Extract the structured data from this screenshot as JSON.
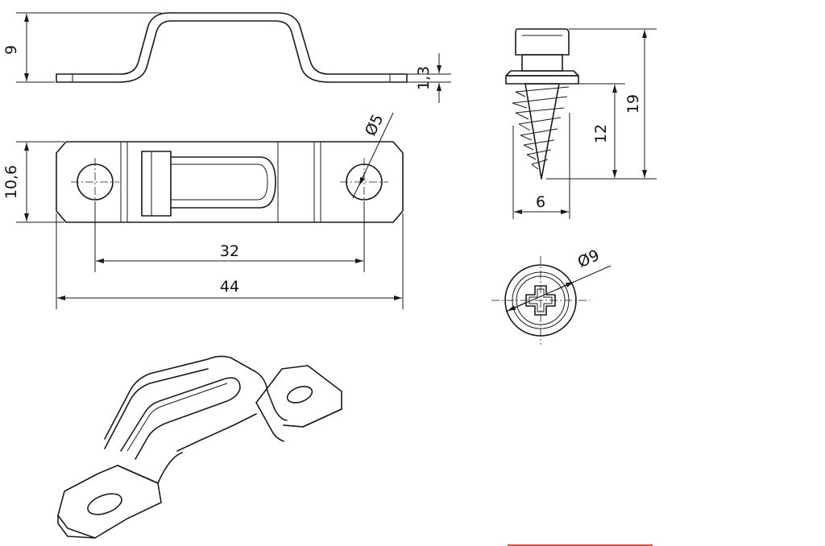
{
  "drawing": {
    "dimensions": {
      "height_top": "9",
      "thickness": "1,3",
      "width_side": "10,6",
      "hole_diameter": "Ø5",
      "hole_spacing": "32",
      "total_length": "44",
      "screw_length": "19",
      "thread_length": "12",
      "screw_diameter": "6",
      "head_diameter": "Ø9"
    },
    "accent_color": "#d9534f"
  }
}
